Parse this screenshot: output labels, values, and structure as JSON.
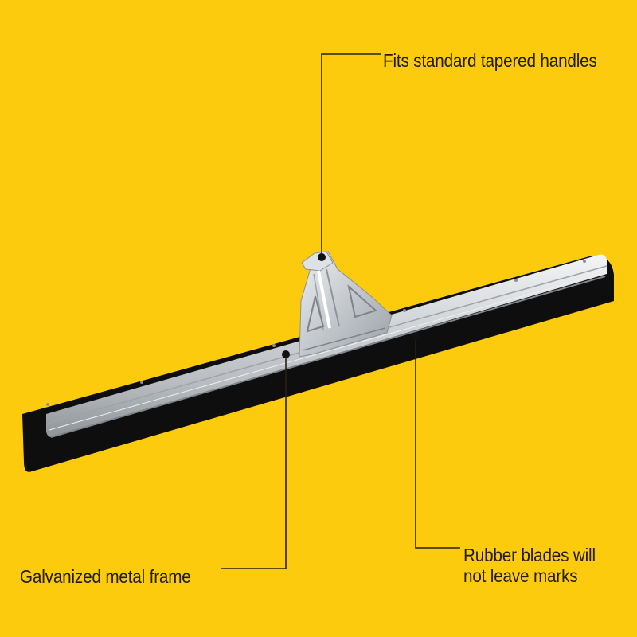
{
  "background_color": "#FDCB0E",
  "product": {
    "name": "floor squeegee",
    "frame_color": "#c9ccd0",
    "blade_color": "#111111"
  },
  "callouts": [
    {
      "id": "handle",
      "text": "Fits standard tapered handles"
    },
    {
      "id": "frame",
      "text": "Galvanized metal frame"
    },
    {
      "id": "blade",
      "line1": "Rubber blades will",
      "line2": "not leave marks"
    }
  ],
  "colors": {
    "text": "#231c0e",
    "leader_line": "#2a200c"
  }
}
